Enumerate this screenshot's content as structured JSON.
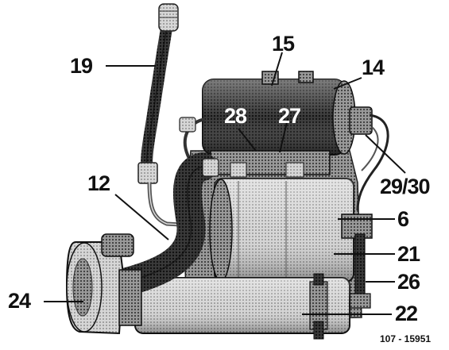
{
  "figure": {
    "reference_number": "107 - 15951",
    "callouts": [
      {
        "id": "19",
        "text": "19"
      },
      {
        "id": "15",
        "text": "15"
      },
      {
        "id": "14",
        "text": "14"
      },
      {
        "id": "28",
        "text": "28"
      },
      {
        "id": "27",
        "text": "27"
      },
      {
        "id": "29_30",
        "text": "29/30"
      },
      {
        "id": "12",
        "text": "12"
      },
      {
        "id": "6",
        "text": "6"
      },
      {
        "id": "21",
        "text": "21"
      },
      {
        "id": "26",
        "text": "26"
      },
      {
        "id": "24",
        "text": "24"
      },
      {
        "id": "22",
        "text": "22"
      }
    ]
  },
  "colors": {
    "ink": "#111111",
    "mid_gray": "#8a8a8a",
    "light_gray": "#c8c8c8",
    "dark_gray": "#2a2a2a"
  }
}
